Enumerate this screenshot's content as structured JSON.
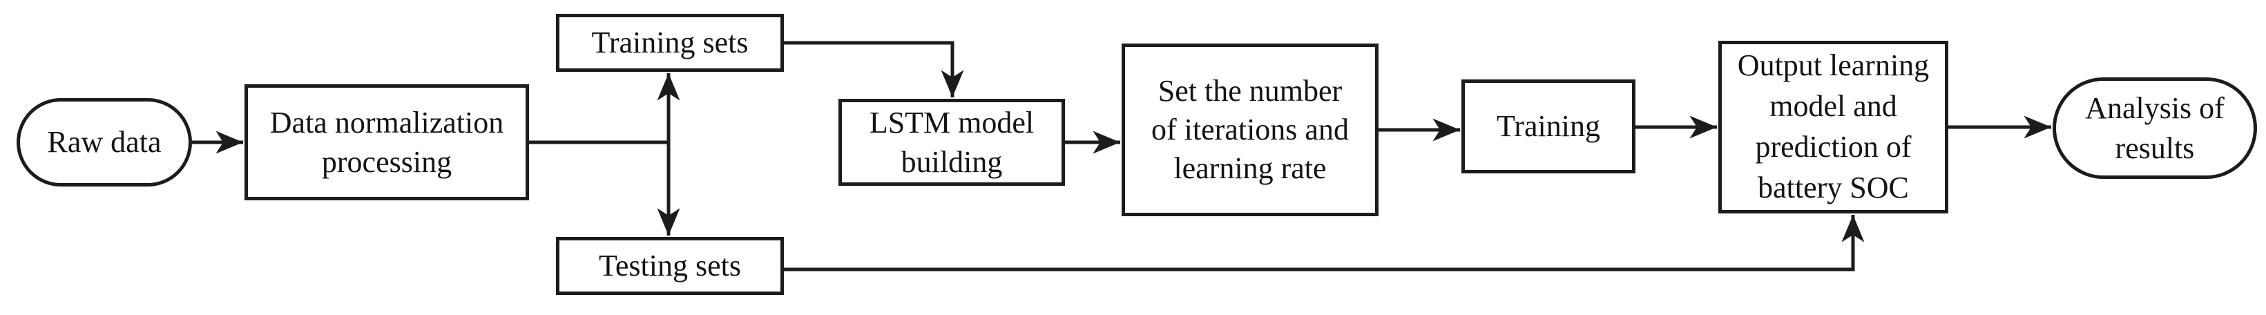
{
  "diagram": {
    "type": "flowchart",
    "colors": {
      "stroke": "#1c1c1c",
      "background": "#ffffff",
      "text": "#141414"
    },
    "nodes": {
      "raw_data": {
        "shape": "terminator",
        "label": "Raw data"
      },
      "data_normalization": {
        "shape": "process",
        "label": "Data normalization\nprocessing"
      },
      "training_sets": {
        "shape": "process",
        "label": "Training sets"
      },
      "testing_sets": {
        "shape": "process",
        "label": "Testing sets"
      },
      "lstm_model": {
        "shape": "process",
        "label": "LSTM model\nbuilding"
      },
      "set_iterations": {
        "shape": "process",
        "label": "Set the number\nof iterations and\nlearning rate"
      },
      "training": {
        "shape": "process",
        "label": "Training"
      },
      "output_model": {
        "shape": "process",
        "label": "Output learning\nmodel and\nprediction of\nbattery SOC"
      },
      "analysis": {
        "shape": "terminator",
        "label": "Analysis of\nresults"
      }
    },
    "edges": [
      {
        "from": "raw_data",
        "to": "data_normalization",
        "arrow": true
      },
      {
        "from": "data_normalization",
        "to": "training_sets",
        "arrow": true
      },
      {
        "from": "data_normalization",
        "to": "testing_sets",
        "arrow": true
      },
      {
        "from": "training_sets",
        "to": "lstm_model",
        "arrow": true
      },
      {
        "from": "lstm_model",
        "to": "set_iterations",
        "arrow": true
      },
      {
        "from": "set_iterations",
        "to": "training",
        "arrow": true
      },
      {
        "from": "training",
        "to": "output_model",
        "arrow": true
      },
      {
        "from": "testing_sets",
        "to": "output_model",
        "arrow": true
      },
      {
        "from": "output_model",
        "to": "analysis",
        "arrow": true
      }
    ]
  }
}
